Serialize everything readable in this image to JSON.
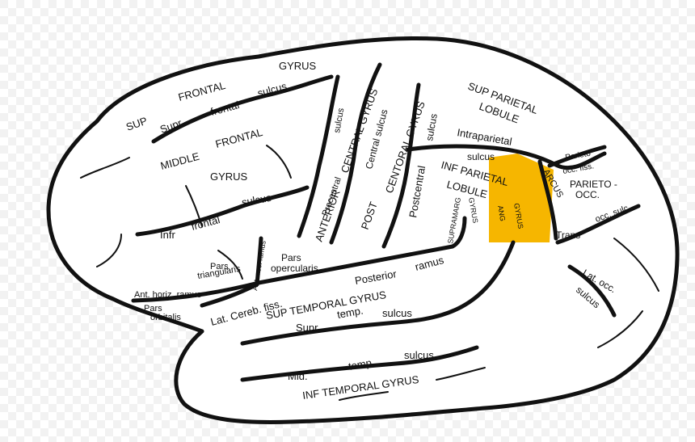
{
  "colors": {
    "outline": "#111111",
    "fill": "#ffffff",
    "highlight": "#f6b600",
    "checker_light": "#ffffff",
    "checker_dark": "#efefef"
  },
  "labels": {
    "gyrus_top": "GYRUS",
    "frontal_top": "FRONTAL",
    "sup": "SUP",
    "supr": "Supr",
    "frontal_sulcus_1": "frontal",
    "sulcus_sup_frontal": "sulcus",
    "middle": "MIDDLE",
    "frontal_mid": "FRONTAL",
    "gyrus_mid": "GYRUS",
    "infr": "Infr",
    "frontal_infr": "frontal",
    "sulcus_infr": "sulcus",
    "pars_triangularis": "Pars",
    "pars_triangularis_2": "triangularis",
    "ant_asc_ramus": "Ant. asc. ramus",
    "ant_horiz_ramus": "Ant. horiz. ramus",
    "pars_orbitalis": "Pars",
    "pars_orbitalis_2": "orbitalis",
    "pars_opercularis": "Pars",
    "pars_opercularis_2": "opercularis",
    "precentral": "Precentral",
    "anterior": "ANTERIOR",
    "central_gyrus_ant": "CENTRAL GYRUS",
    "sulcus_prec": "sulcus",
    "central_sulcus": "Central sulcus",
    "post": "POST",
    "central_gyrus_post": "CENTORAL GYRUS",
    "postcentral": "Postcentral",
    "sulcus_post": "sulcus",
    "sup_parietal": "SUP  PARIETAL",
    "lobule_sup": "LOBULE",
    "intraparietal": "Intraparietal",
    "sulcus_intra": "sulcus",
    "inf_parietal": "INF  PARIETAL",
    "lobule_inf": "LOBULE",
    "supramarg": "SUPRAMARG",
    "gyrus_supramarg": "GYRUS",
    "ang": "ANG",
    "gyrus_ang": "GYRUS",
    "arcus": "ARCUS",
    "parieto": "Parieto",
    "occ_fiss": "occ. fiss.",
    "parieto_occ": "PARIETO -",
    "parieto_occ_2": "OCC.",
    "trans": "Trans",
    "occ_sulc": "occ. sulc.",
    "lat_occ": "Lat. occ.",
    "sulcus_lat_occ": "sulcus",
    "posterior_ramus": "Posterior",
    "ramus": "ramus",
    "lat_cereb_fiss": "Lat. Cereb. fiss.",
    "sup_temporal_gyrus": "SUP  TEMPORAL  GYRUS",
    "supr_temp": "Supr",
    "temp_1": "temp.",
    "sulcus_temp_1": "sulcus",
    "mid": "Mid.",
    "temp_2": "temp.",
    "sulcus_temp_2": "sulcus",
    "inf_temporal_gyrus": "INF  TEMPORAL  GYRUS"
  }
}
